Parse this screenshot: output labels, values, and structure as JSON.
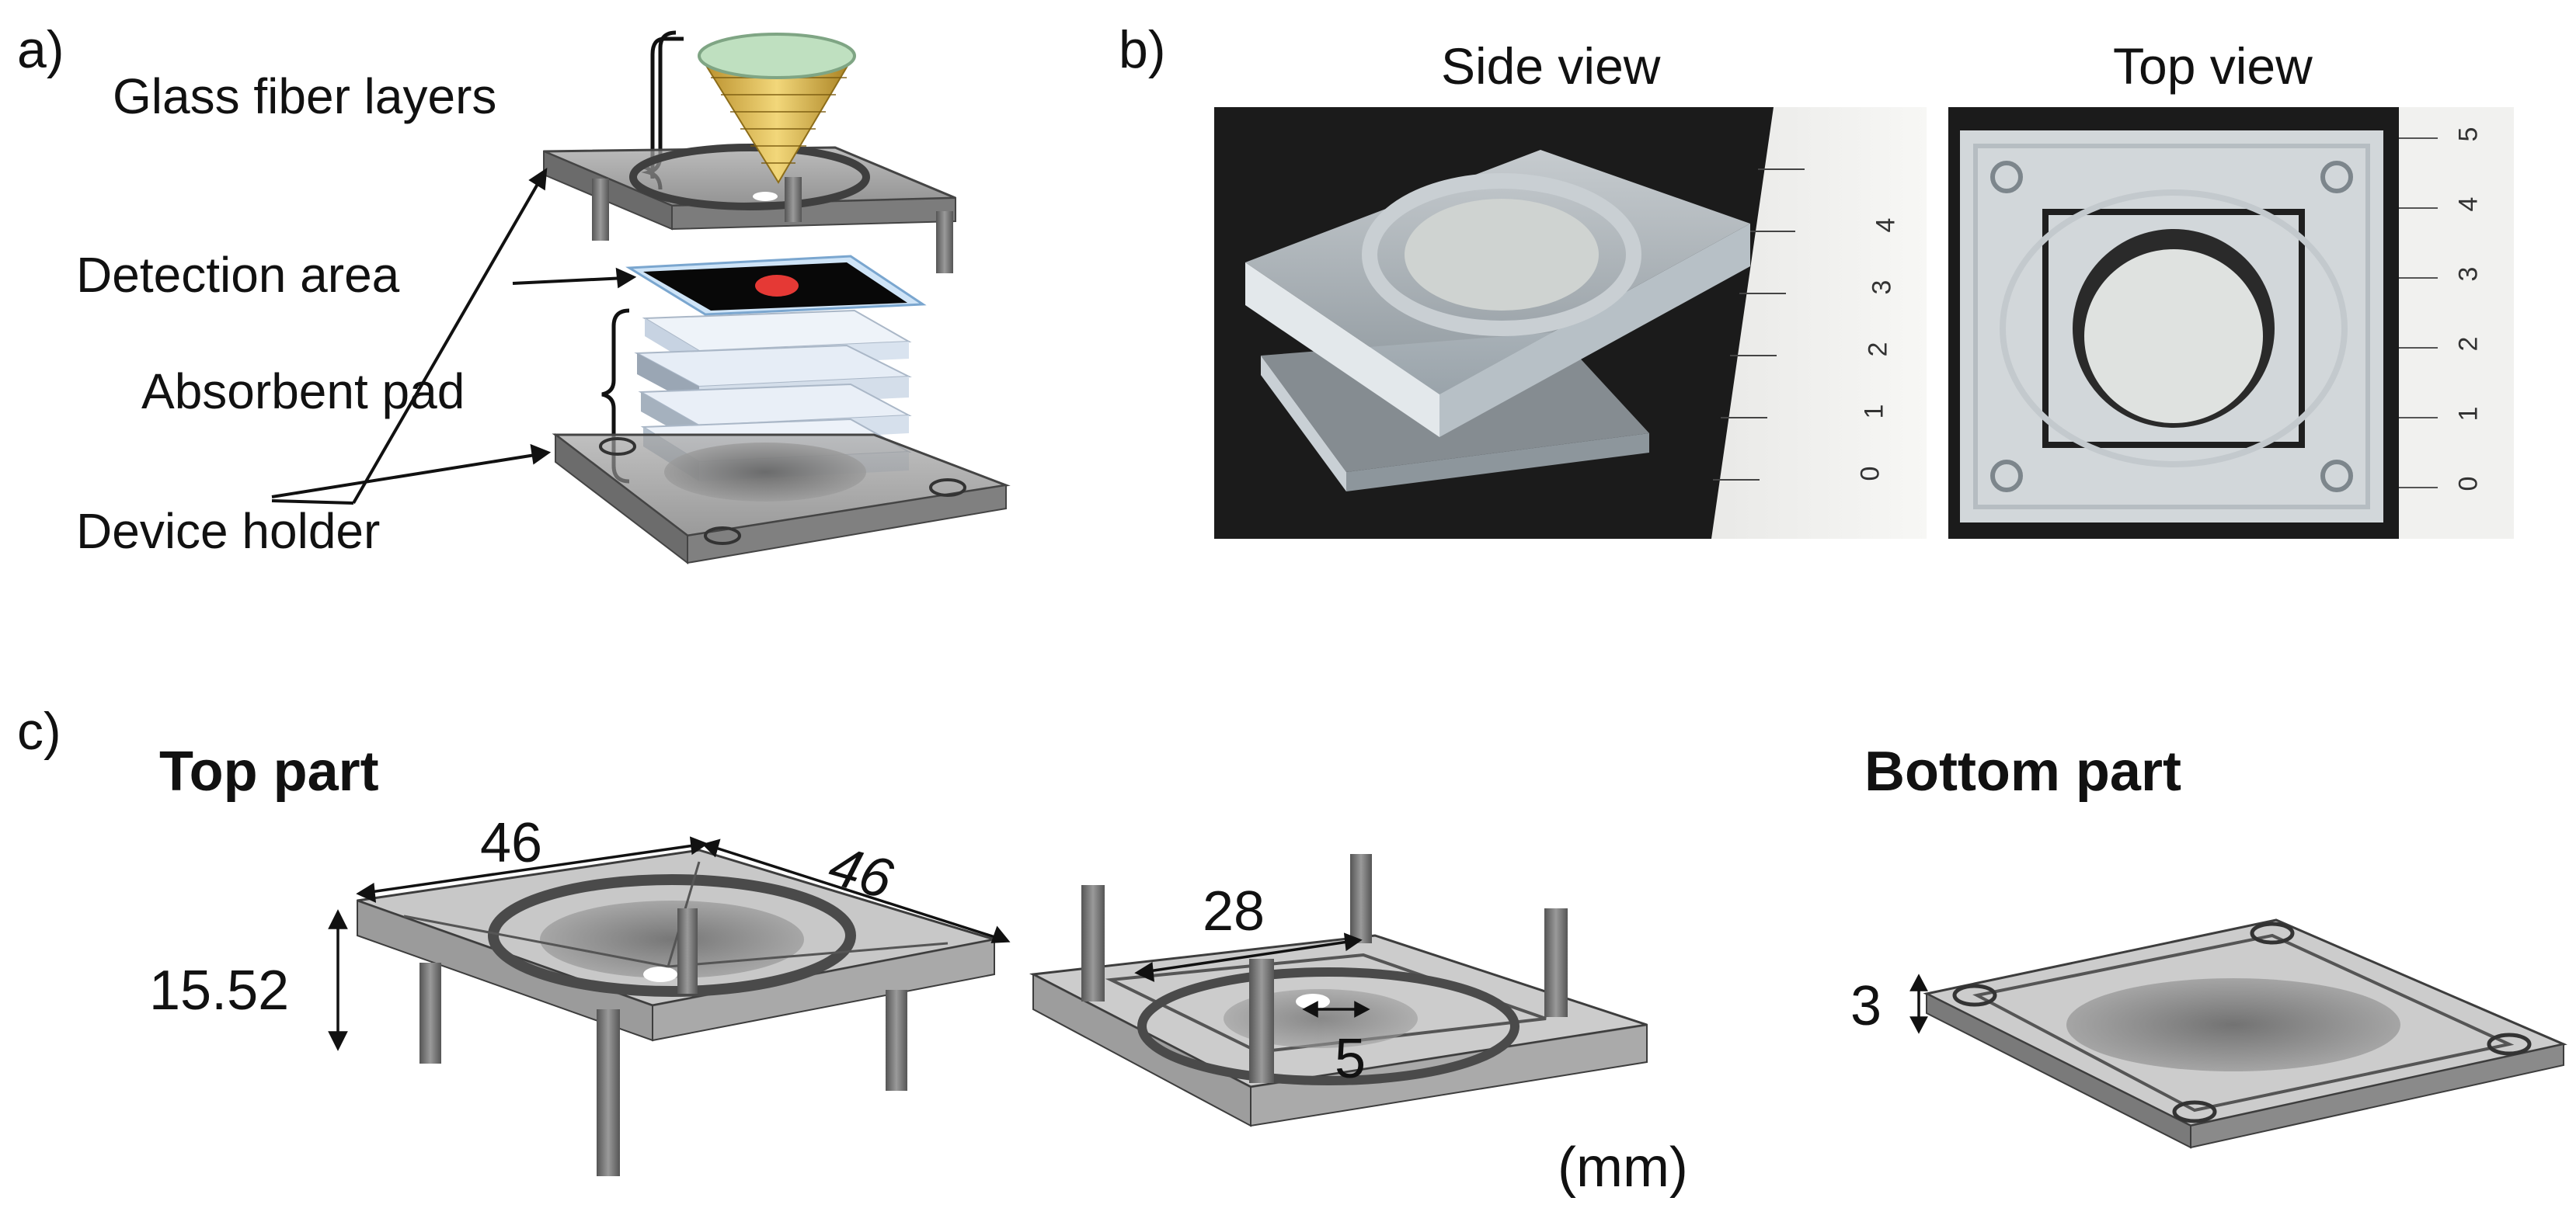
{
  "panels": {
    "a": {
      "letter": "a)",
      "labels": {
        "glass_fiber_layers": "Glass fiber layers",
        "detection_area": "Detection area",
        "absorbent_pad": "Absorbent pad",
        "device_holder": "Device holder"
      }
    },
    "b": {
      "letter": "b)",
      "side_view": "Side view",
      "top_view": "Top view",
      "ruler_side": [
        "0",
        "1",
        "2",
        "3",
        "4"
      ],
      "ruler_top": [
        "0",
        "1",
        "2",
        "3",
        "4",
        "5"
      ]
    },
    "c": {
      "letter": "c)",
      "top_part": "Top part",
      "bottom_part": "Bottom part",
      "dims": {
        "width_a": "46",
        "width_b": "46",
        "height": "15.52",
        "inner": "28",
        "hole": "5",
        "bottom_thickness": "3"
      },
      "unit": "(mm)"
    }
  },
  "colors": {
    "holder_gray": "#8a8a8a",
    "detection_dot": "#e53935",
    "glass_fiber": "#d4b04a",
    "glass_top": "#bfe0c0",
    "pad_blue": "#dfe9f5",
    "photo_bg": "#1c1c1c"
  }
}
